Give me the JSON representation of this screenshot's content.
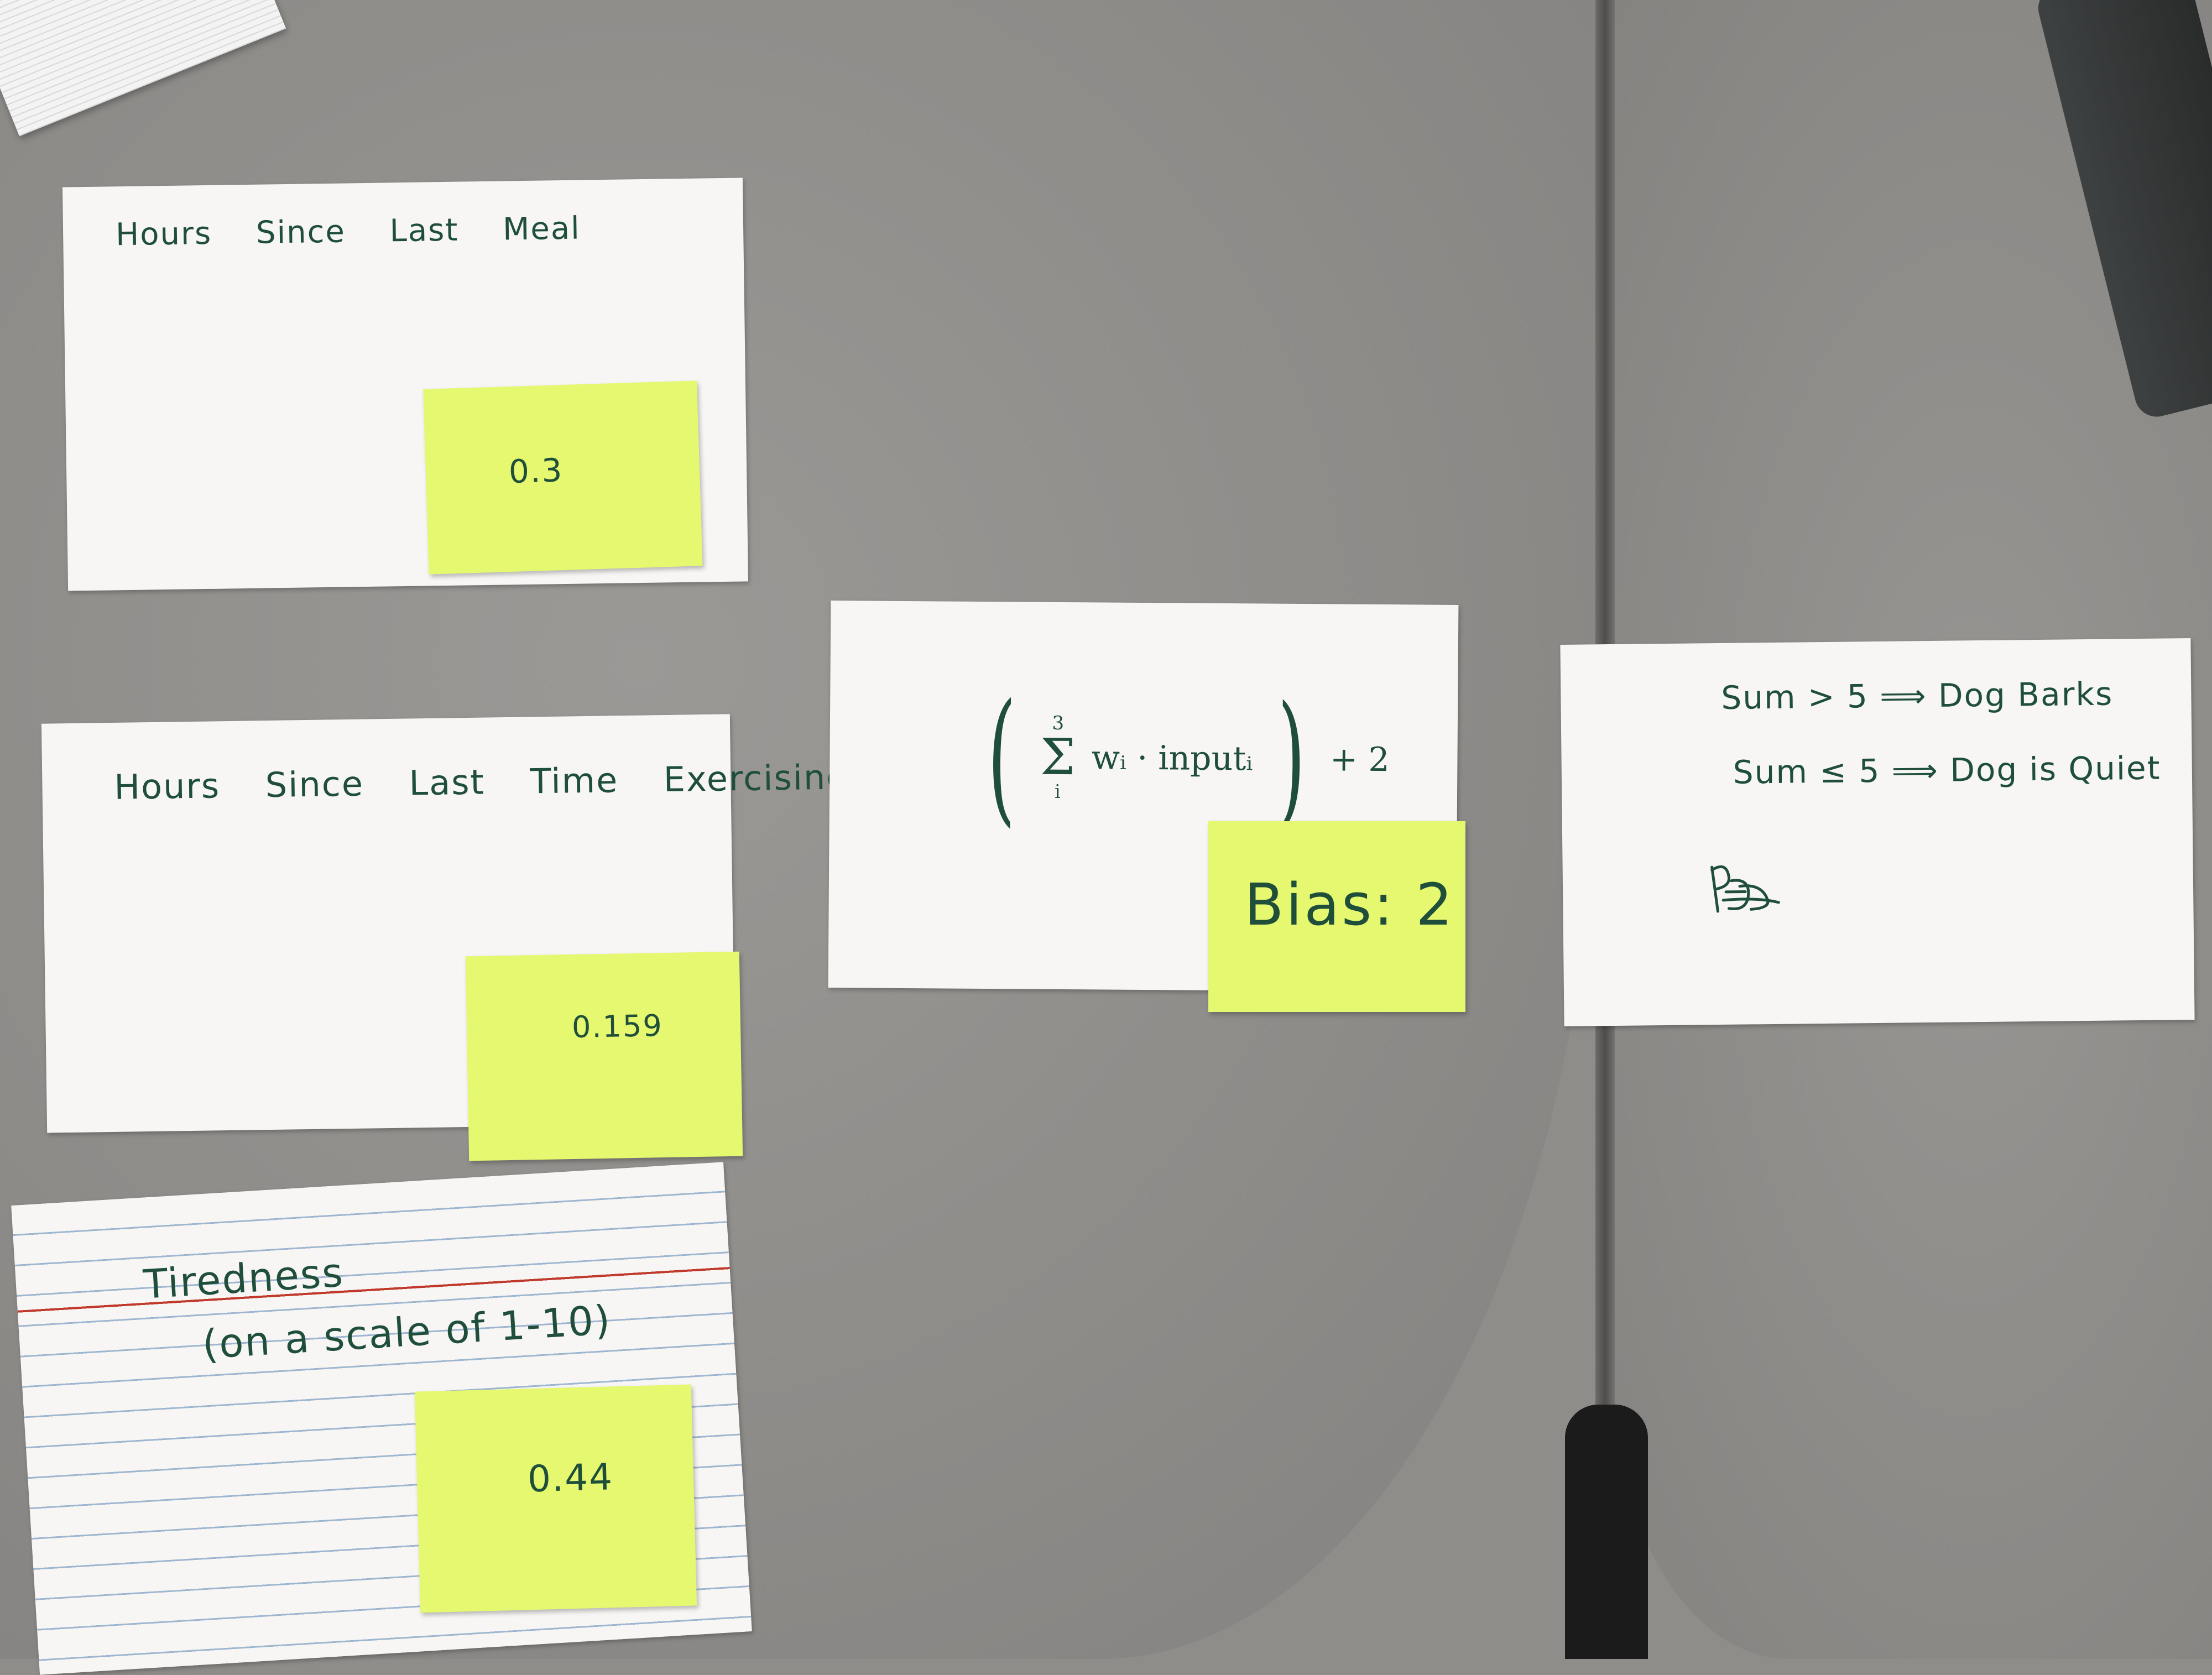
{
  "cards": {
    "hours_meal": {
      "label": "Hours Since Last Meal",
      "weight": "0.3"
    },
    "hours_exercise": {
      "label": "Hours Since Last Time Exercising",
      "weight": "0.159"
    },
    "tiredness": {
      "label": "Tiredness",
      "sublabel": "(on a scale of 1-10)",
      "weight": "0.44"
    },
    "sum": {
      "sigma_top": "3",
      "sigma_bottom": "i",
      "expression": "wᵢ · inputᵢ",
      "plus": "+ 2",
      "bias": "Bias: 2"
    },
    "rules": {
      "rule1": "Sum > 5 ⟹ Dog Barks",
      "rule2": "Sum ≤ 5 ⟹ Dog is Quiet"
    }
  },
  "colors": {
    "ink": "#1f4f3a",
    "sticky": "#e5f870",
    "card": "#f7f6f4",
    "table": "#8f8d8a"
  },
  "icons": [
    "signature-scribble-icon"
  ]
}
